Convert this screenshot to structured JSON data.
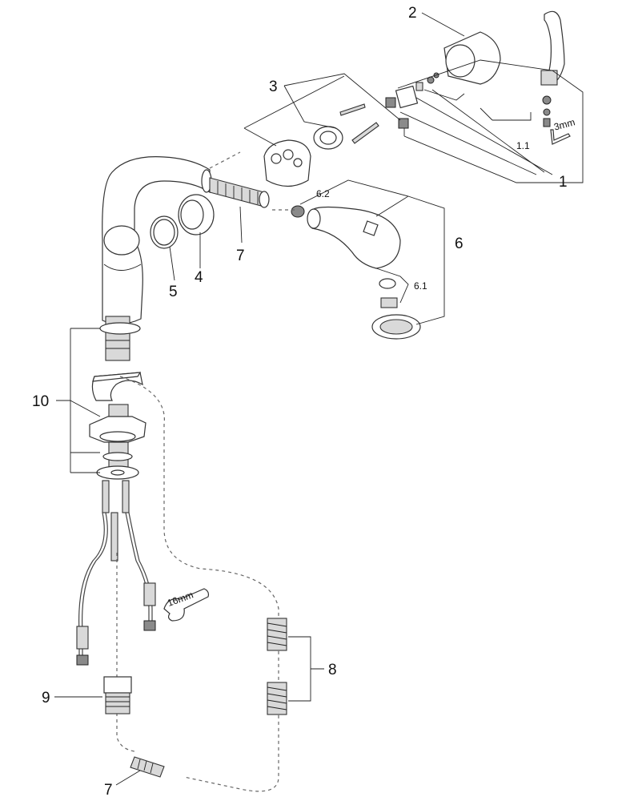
{
  "labels": {
    "l1": "1",
    "l1_1": "1.1",
    "l2": "2",
    "l3": "3",
    "l4": "4",
    "l5": "5",
    "l6": "6",
    "l6_1": "6.1",
    "l6_2": "6.2",
    "l7_top": "7",
    "l7_bottom": "7",
    "l8": "8",
    "l9": "9",
    "l10": "10"
  },
  "tools": {
    "hex_key": "3mm",
    "wrench": "16mm"
  }
}
